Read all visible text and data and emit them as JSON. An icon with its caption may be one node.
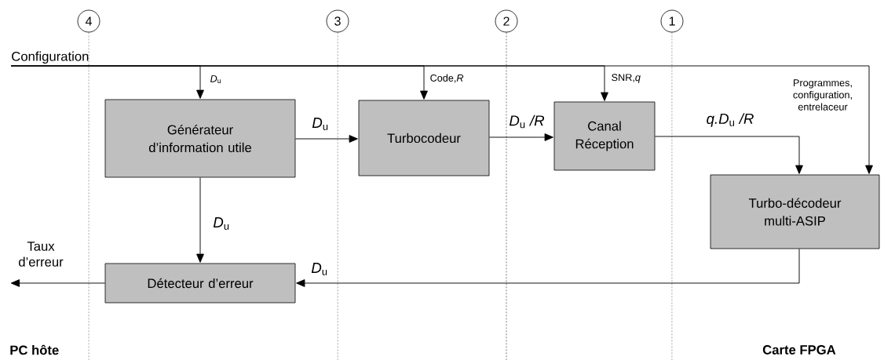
{
  "diagram": {
    "nodes": [
      {
        "text": [
          "4"
        ]
      },
      {
        "text": [
          "3"
        ]
      },
      {
        "text": [
          "2"
        ]
      },
      {
        "text": [
          "1"
        ]
      },
      {
        "text": [
          "Configuration"
        ]
      },
      {
        "text": [
          "Générateur d’information utile"
        ]
      },
      {
        "text": [
          "Turbocodeur"
        ]
      },
      {
        "text": [
          "Canal Réception"
        ]
      },
      {
        "text": [
          "Turbo-décodeur multi-ASIP"
        ]
      },
      {
        "text": [
          "Taux d’erreur"
        ]
      },
      {
        "text": [
          "Détecteur d’erreur"
        ]
      }
    ],
    "edges": [
      {
        "from": 4,
        "to": 5,
        "arrow": "to",
        "label": "*D*$_{u}$"
      },
      {
        "from": 4,
        "to": 6,
        "arrow": "to",
        "label": "Code,*R*"
      },
      {
        "from": 4,
        "to": 7,
        "arrow": "to",
        "label": "SNR,*q*"
      },
      {
        "from": 4,
        "to": 8,
        "arrow": "to",
        "label": "Programmes, configuration, entrelaceur"
      },
      {
        "from": 5,
        "to": 6,
        "arrow": "to",
        "label": "*D*$_{u}$"
      },
      {
        "from": 6,
        "to": 7,
        "arrow": "to",
        "label": "*D*$_{u}$ */R*"
      },
      {
        "from": 7,
        "to": 8,
        "arrow": "to",
        "label": "*q.D*$_{u}$ */R*"
      },
      {
        "from": 5,
        "to": 10,
        "arrow": "to",
        "label": "*D*$_{u}$"
      },
      {
        "from": 8,
        "to": 10,
        "arrow": "to",
        "label": "*D*$_{u}$"
      },
      {
        "from": 10,
        "to": 9,
        "arrow": "to"
      }
    ],
    "labels": [
      "PC hôte",
      "Carte FPGA"
    ]
  }
}
